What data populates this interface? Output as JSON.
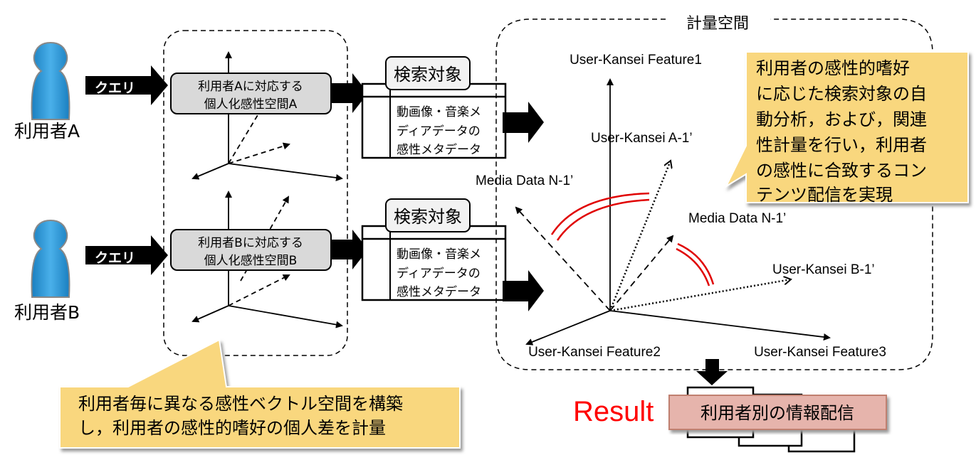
{
  "users": [
    {
      "label": "利用者A",
      "query": "クエリ",
      "space_line1": "利用者Aに対応する",
      "space_line2": "個人化感性空間A"
    },
    {
      "label": "利用者B",
      "query": "クエリ",
      "space_line1": "利用者Bに対応する",
      "space_line2": "個人化感性空間B"
    }
  ],
  "targets": [
    {
      "title": "検索対象",
      "lines": [
        "動画像・音楽メ",
        "ディアデータの",
        "感性メタデータ"
      ]
    },
    {
      "title": "検索対象",
      "lines": [
        "動画像・音楽メ",
        "ディアデータの",
        "感性メタデータ"
      ]
    }
  ],
  "metric_space": {
    "title": "計量空間",
    "feature1": "User-Kansei Feature1",
    "feature2": "User-Kansei Feature2",
    "feature3": "User-Kansei Feature3",
    "user_a": "User-Kansei A-1’",
    "user_b": "User-Kansei B-1’",
    "media_1": "Media Data N-1’",
    "media_2": "Media Data N-1’"
  },
  "callout_right": [
    "利用者の感性的嗜好",
    "に応じた検索対象の自",
    "動分析，および，関連",
    "性計量を行い，利用者",
    "の感性に合致するコン",
    "テンツ配信を実現"
  ],
  "callout_left": [
    "利用者毎に異なる感性ベクトル空間を構築",
    "し，利用者の感性的嗜好の個人差を計量"
  ],
  "result": {
    "label": "Result",
    "box": "利用者別の情報配信"
  },
  "colors": {
    "person": "#2a9ad8",
    "callout": "#f9d77e",
    "result_red": "#ff0000",
    "result_box": "#e6b4ac",
    "space_box": "#d9d9d9",
    "arc": "#e00000"
  }
}
